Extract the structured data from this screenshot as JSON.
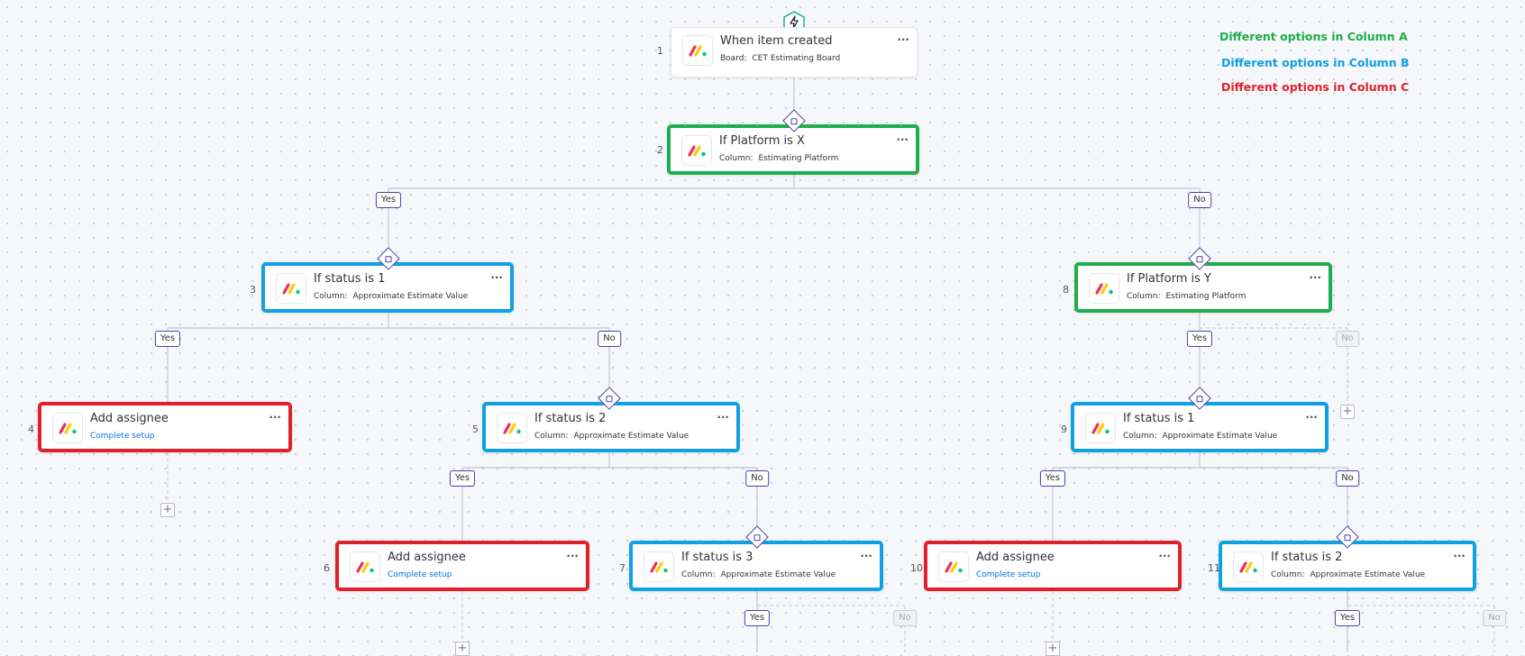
{
  "colors": {
    "green": "#1eae4c",
    "blue": "#0ea1e4",
    "red": "#e0202a",
    "accent": "#4b3fa8"
  },
  "legend": [
    {
      "text": "Different options in Column A",
      "color": "#1eae4c"
    },
    {
      "text": "Different options in Column B",
      "color": "#0ea1e4"
    },
    {
      "text": "Different options in Column C",
      "color": "#e0202a"
    }
  ],
  "trigger_icon": "lightning-icon",
  "nodes": [
    {
      "num": "1",
      "title": "When item created",
      "sub_label": "Board:",
      "sub_value": "CET Estimating Board",
      "highlight": "none"
    },
    {
      "num": "2",
      "title": "If Platform is X",
      "sub_label": "Column:",
      "sub_value": "Estimating Platform",
      "highlight": "green"
    },
    {
      "num": "3",
      "title": "If status is 1",
      "sub_label": "Column:",
      "sub_value": "Approximate Estimate Value",
      "highlight": "blue"
    },
    {
      "num": "8",
      "title": "If Platform is Y",
      "sub_label": "Column:",
      "sub_value": "Estimating Platform",
      "highlight": "green"
    },
    {
      "num": "4",
      "title": "Add assignee",
      "sub_link": "Complete setup",
      "highlight": "red"
    },
    {
      "num": "5",
      "title": "If status is 2",
      "sub_label": "Column:",
      "sub_value": "Approximate Estimate Value",
      "highlight": "blue"
    },
    {
      "num": "9",
      "title": "If status is 1",
      "sub_label": "Column:",
      "sub_value": "Approximate Estimate Value",
      "highlight": "blue"
    },
    {
      "num": "6",
      "title": "Add assignee",
      "sub_link": "Complete setup",
      "highlight": "red"
    },
    {
      "num": "7",
      "title": "If status is 3",
      "sub_label": "Column:",
      "sub_value": "Approximate Estimate Value",
      "highlight": "blue"
    },
    {
      "num": "10",
      "title": "Add assignee",
      "sub_link": "Complete setup",
      "highlight": "red"
    },
    {
      "num": "11",
      "title": "If status is 2",
      "sub_label": "Column:",
      "sub_value": "Approximate Estimate Value",
      "highlight": "blue"
    }
  ],
  "branch_tags": [
    {
      "text": "Yes",
      "dim": false
    },
    {
      "text": "No",
      "dim": false
    },
    {
      "text": "Yes",
      "dim": false
    },
    {
      "text": "No",
      "dim": false
    },
    {
      "text": "Yes",
      "dim": false
    },
    {
      "text": "No",
      "dim": true
    },
    {
      "text": "Yes",
      "dim": false
    },
    {
      "text": "No",
      "dim": false
    },
    {
      "text": "Yes",
      "dim": false
    },
    {
      "text": "No",
      "dim": false
    },
    {
      "text": "Yes",
      "dim": false
    },
    {
      "text": "No",
      "dim": true
    },
    {
      "text": "Yes",
      "dim": false
    },
    {
      "text": "No",
      "dim": true
    }
  ],
  "menu_icon": "more-dots-icon",
  "add_step_label": "+"
}
